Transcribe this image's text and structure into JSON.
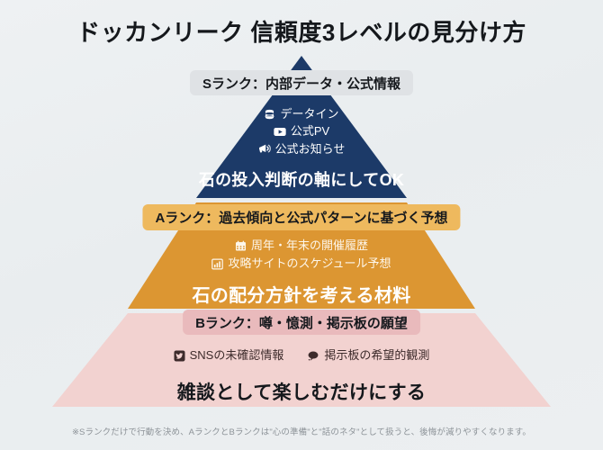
{
  "title": "ドッカンリーク 信頼度3レベルの見分け方",
  "footnote": "※Sランクだけで行動を決め、AランクとBランクは\"心の準備\"と\"話のネタ\"として扱うと、後悔が減りやすくなります。",
  "colors": {
    "background": "#eaeef0",
    "tier_s_fill": "#1c3a68",
    "tier_a_fill": "#dc9632",
    "tier_b_fill": "#f2d2d0",
    "badge_s_bg": "#dfe2e5",
    "badge_a_bg": "#eeb95e",
    "badge_b_bg": "#e9babc",
    "title_color": "#15181c",
    "footnote_color": "#8d9398"
  },
  "tiers": [
    {
      "rank": "S",
      "badge": "Sランク：内部データ・公式情報",
      "bullets": [
        {
          "icon": "database-icon",
          "label": "データイン"
        },
        {
          "icon": "youtube-play-icon",
          "label": "公式PV"
        },
        {
          "icon": "megaphone-icon",
          "label": "公式お知らせ"
        }
      ],
      "headline": "石の投入判断の軸にしてOK"
    },
    {
      "rank": "A",
      "badge": "Aランク：過去傾向と公式パターンに基づく予想",
      "bullets": [
        {
          "icon": "calendar-icon",
          "label": "周年・年末の開催履歴"
        },
        {
          "icon": "bar-chart-icon",
          "label": "攻略サイトのスケジュール予想"
        }
      ],
      "headline": "石の配分方針を考える材料"
    },
    {
      "rank": "B",
      "badge": "Bランク：噂・憶測・掲示板の願望",
      "bullets": [
        {
          "icon": "twitter-bird-icon",
          "label": "SNSの未確認情報"
        },
        {
          "icon": "speech-bubble-icon",
          "label": "掲示板の希望的観測"
        }
      ],
      "headline": "雑談として楽しむだけにする"
    }
  ]
}
